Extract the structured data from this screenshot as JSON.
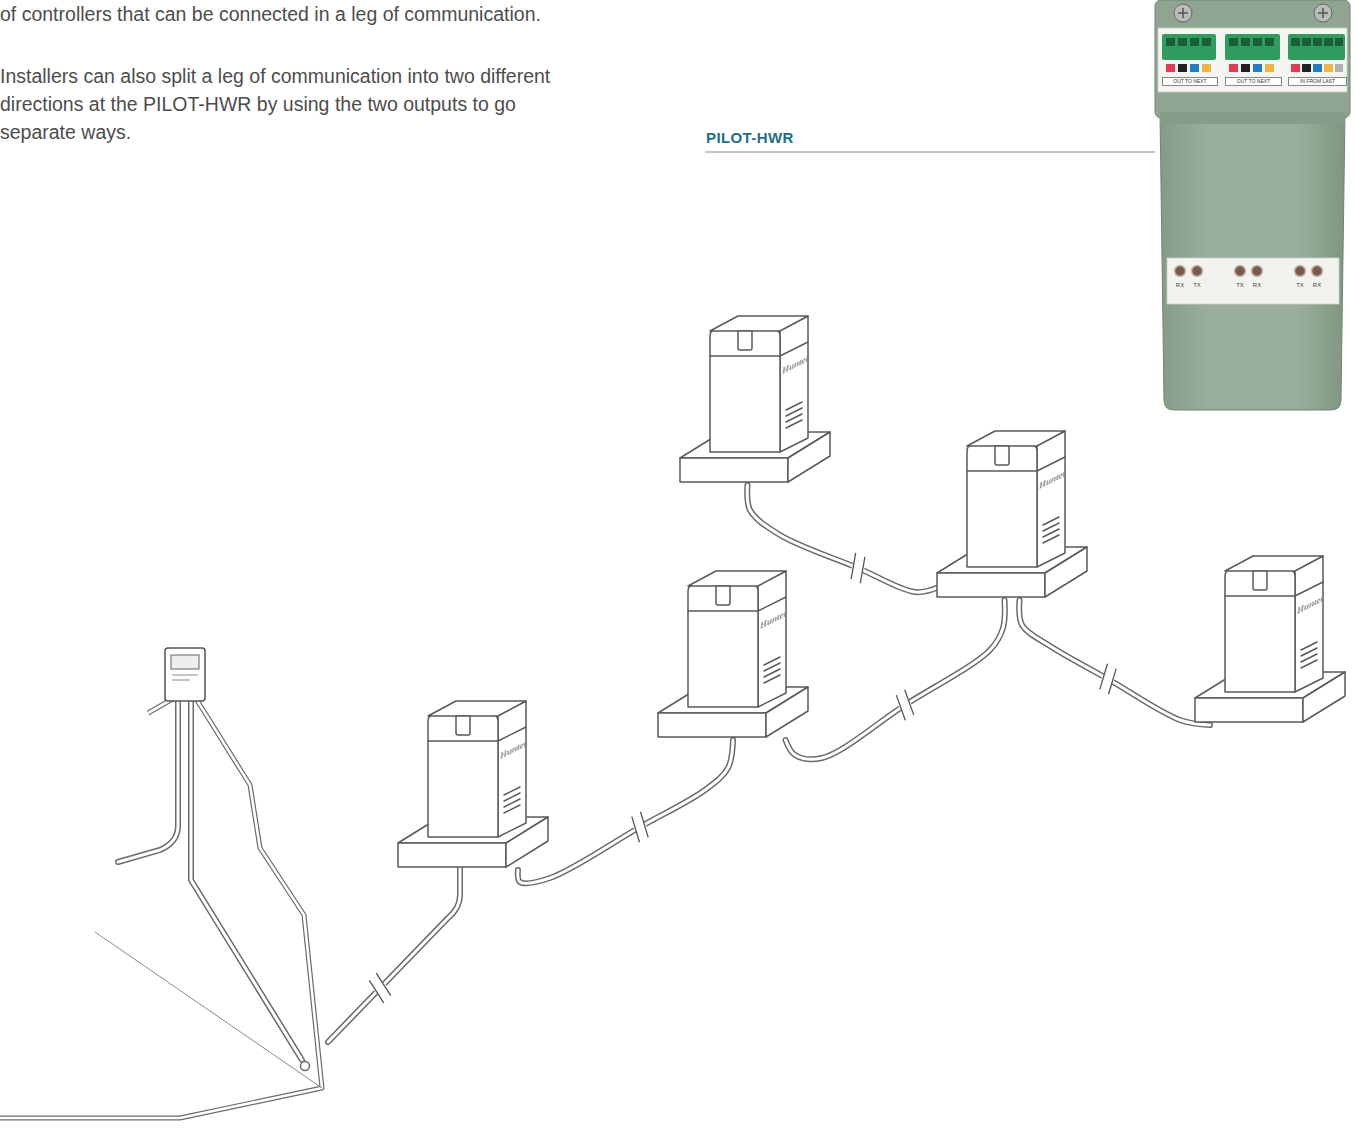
{
  "diagram": {
    "nodes": [
      {
        "text": [
          "Hunter"
        ]
      },
      {
        "text": [
          "Hunter"
        ]
      },
      {
        "text": [
          "Hunter"
        ]
      },
      {
        "text": [
          "Hunter"
        ]
      },
      {
        "text": [
          "Hunter"
        ]
      }
    ],
    "edges": [
      {
        "from": 0,
        "to": 1,
        "arrow": "none"
      },
      {
        "from": 1,
        "to": 2,
        "arrow": "none"
      },
      {
        "from": 2,
        "to": 3,
        "arrow": "none"
      },
      {
        "from": 2,
        "to": 4,
        "arrow": "none"
      }
    ],
    "labels": [
      "of controllers that can be connected in a leg of communication.",
      "Installers can also split a leg of communication into two different directions at the PILOT-HWR by using the two outputs to go separate ways.",
      "PILOT-HWR",
      "OUT TO NEXT",
      "OUT TO NEXT",
      "IN FROM LAST",
      "RX",
      "TX",
      "TX",
      "RX",
      "TX",
      "RX"
    ]
  }
}
